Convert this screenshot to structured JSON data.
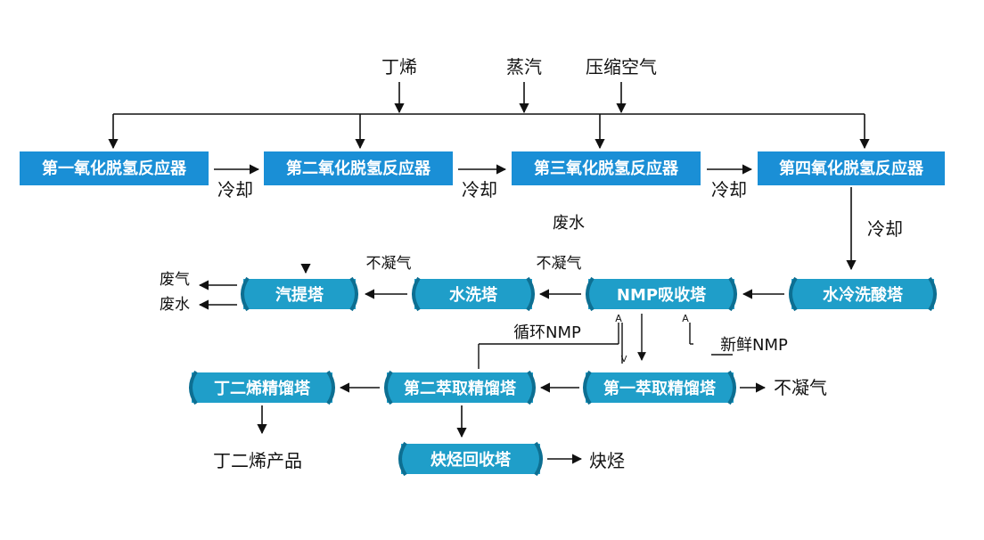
{
  "colors": {
    "reactor_fill": "#1a8fd6",
    "column_fill": "#1f9ec9",
    "column_cap": "#0d6f92",
    "line": "#111111",
    "text": "#111111",
    "box_text": "#ffffff"
  },
  "inputs": {
    "butene": "丁烯",
    "steam": "蒸汽",
    "compressed_air": "压缩空气"
  },
  "reactors": [
    "第一氧化脱氢反应器",
    "第二氧化脱氢反应器",
    "第三氧化脱氢反应器",
    "第四氧化脱氢反应器"
  ],
  "cooling_labels": [
    "冷却",
    "冷却",
    "冷却",
    "冷却"
  ],
  "columns": {
    "water_cold_acid_wash": "水冷洗酸塔",
    "nmp_absorber": "NMP吸收塔",
    "water_wash": "水洗塔",
    "stripper": "汽提塔",
    "first_extractive_distillation": "第一萃取精馏塔",
    "second_extractive_distillation": "第二萃取精馏塔",
    "butadiene_distillation": "丁二烯精馏塔",
    "alkyne_recovery": "炔烃回收塔"
  },
  "stream_labels": {
    "waste_water_center": "废水",
    "non_condensable_1": "不凝气",
    "non_condensable_2": "不凝气",
    "waste_gas": "废气",
    "waste_water": "废水",
    "recycle_nmp": "循环NMP",
    "fresh_nmp": "新鲜NMP",
    "non_condensable_3": "不凝气",
    "butadiene_product": "丁二烯产品",
    "alkyne": "炔烃",
    "small_a1": "A",
    "small_v1": "V",
    "small_a2": "A"
  }
}
